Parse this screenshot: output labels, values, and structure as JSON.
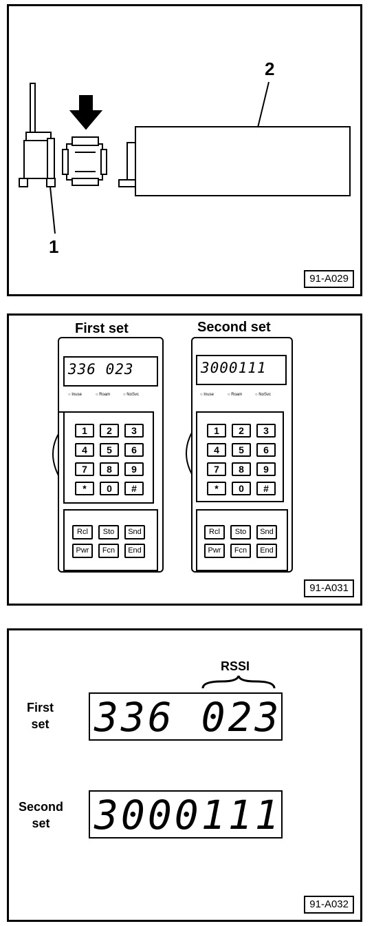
{
  "panel1": {
    "figure_id": "91-A029",
    "callout_1": "1",
    "callout_2": "2"
  },
  "panel2": {
    "figure_id": "91-A031",
    "first_title": "First set",
    "second_title": "Second set",
    "first_display": "336 023",
    "second_display": "3000111",
    "indicators": [
      "Inuse",
      "Roam",
      "NoSvc"
    ],
    "number_keys": [
      "1",
      "2",
      "3",
      "4",
      "5",
      "6",
      "7",
      "8",
      "9",
      "*",
      "0",
      "#"
    ],
    "function_keys": [
      "Rcl",
      "Sto",
      "Snd",
      "Pwr",
      "Fcn",
      "End"
    ]
  },
  "panel3": {
    "figure_id": "91-A032",
    "rssi_label": "RSSI",
    "first_label": "First\nset",
    "second_label": "Second\nset",
    "first_display": "336 023",
    "second_display": "3000111"
  }
}
